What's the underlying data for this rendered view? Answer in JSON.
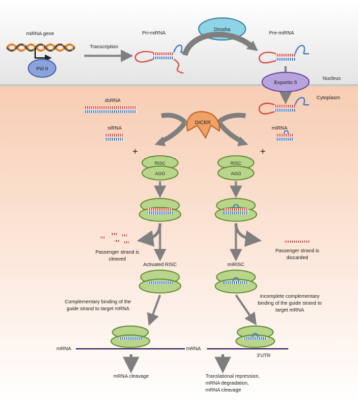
{
  "regions": {
    "nucleus": "Nucleus",
    "cytoplasm": "Cytoplasm"
  },
  "nucleus": {
    "mirna_gene": "miRNA gene",
    "pol2": "Pol II",
    "transcription": "Transcription",
    "pri_mirna": "Pri-miRNA",
    "drosha": "Drosha",
    "pre_mirna": "Pre-miRNA"
  },
  "export": {
    "exportin": "Exportin 5"
  },
  "left": {
    "dsrna": "dsRNA",
    "sirna": "siRNA",
    "passenger_1": "Passenger strand is",
    "passenger_2": "cleaved",
    "activated": "Activated RISC",
    "binding_1": "Complementary binding of the",
    "binding_2": "guide strand to target mRNA",
    "mrna": "mRNA",
    "outcome": "mRNA cleavage"
  },
  "center": {
    "dicer": "DICER"
  },
  "right": {
    "mirna": "miRNA",
    "passenger_1": "Passenger strand is",
    "passenger_2": "discarded",
    "mirisc": "miRISC",
    "binding_1": "Incomplete complementary",
    "binding_2": "binding of the guide strand to",
    "binding_3": "target mRNA",
    "mrna": "mRNA",
    "utr": "3'UTR",
    "outcome_1": "Translational repression,",
    "outcome_2": "mRNA degradation,",
    "outcome_3": "mRNA cleavage"
  },
  "complex": {
    "risc": "RISC",
    "ago": "AGO",
    "plus": "+"
  },
  "colors": {
    "red_strand": "#d9463c",
    "blue_strand": "#3a78c3",
    "risc_fill": "#b9d58c",
    "risc_stroke": "#5d8a2e",
    "drosha_fill": "#8fd3e6",
    "exportin_fill": "#b9a3dd",
    "dicer_fill": "#f0a266",
    "pol2_fill": "#8aa3da",
    "arrow_gray": "#7f7f7f",
    "mrna_line": "#4a3a6b"
  }
}
